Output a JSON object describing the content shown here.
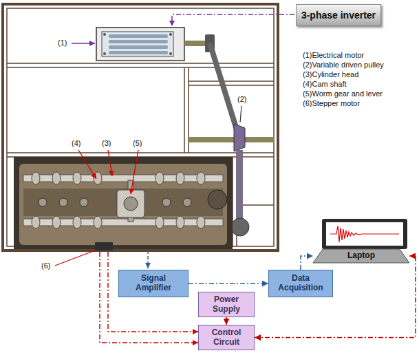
{
  "diagram": {
    "nodes": [
      {
        "text": [
          "3-phase inverter"
        ]
      },
      {
        "text": [
          "Laptop"
        ]
      },
      {
        "text": [
          "Signal Amplifier"
        ]
      },
      {
        "text": [
          "Data Acquisition"
        ]
      },
      {
        "text": [
          "Power Supply"
        ]
      },
      {
        "text": [
          "Control Circuit"
        ]
      }
    ],
    "edges": [
      {
        "from": 2,
        "to": 3,
        "arrow": "to"
      },
      {
        "from": 3,
        "to": 1,
        "arrow": "to"
      },
      {
        "from": 4,
        "to": 5,
        "arrow": "to"
      },
      {
        "from": 5,
        "to": 1,
        "arrow": "both"
      }
    ],
    "labels": [
      "(1)",
      "(1)Electrical motor",
      "(2)Variable driven pulley",
      "(3)Cylinder head",
      "(4)Cam shaft",
      "(5)Worm gear and lever",
      "(6)Stepper motor",
      "(2)",
      "(4)",
      "(3)",
      "(5)",
      "(6)"
    ]
  }
}
